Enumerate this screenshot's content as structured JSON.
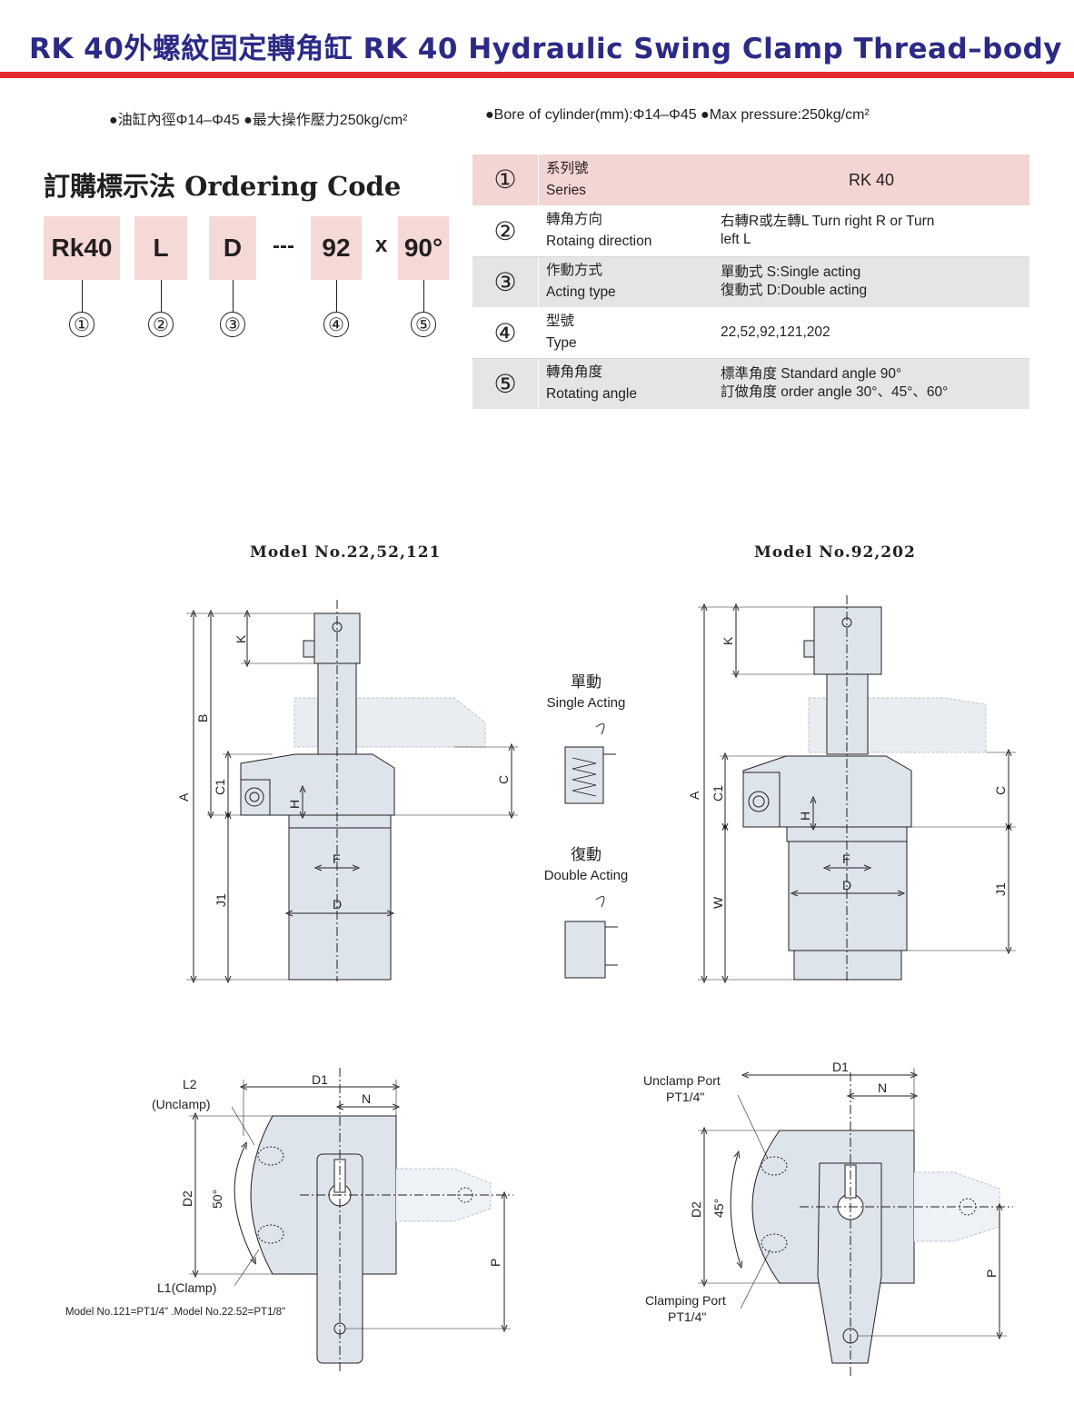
{
  "title": "RK 40外螺紋固定轉角缸 RK 40 Hydraulic Swing Clamp Thread–body",
  "specs": {
    "zh": "●油缸內徑Φ14–Φ45 ●最大操作壓力250kg/cm²",
    "en": "●Bore of cylinder(mm):Φ14–Φ45 ●Max pressure:250kg/cm²"
  },
  "ordering": {
    "heading": "訂購標示法 Ordering Code",
    "codes": [
      "Rk40",
      "L",
      "D",
      "92",
      "90°"
    ],
    "separator_dash": "---",
    "separator_x": "x",
    "circled_numbers": [
      "①",
      "②",
      "③",
      "④",
      "⑤"
    ]
  },
  "table": [
    {
      "num": "①",
      "name_zh": "系列號",
      "name_en": "Series",
      "value_line1": "RK 40",
      "value_line2": ""
    },
    {
      "num": "②",
      "name_zh": "轉角方向",
      "name_en": "Rotaing direction",
      "value_line1": "右轉R或左轉L Turn right R or Turn",
      "value_line2": "left L"
    },
    {
      "num": "③",
      "name_zh": "作動方式",
      "name_en": "Acting type",
      "value_line1": "單動式   S:Single acting",
      "value_line2": "復動式  D:Double acting"
    },
    {
      "num": "④",
      "name_zh": "型號",
      "name_en": "Type",
      "value_line1": "22,52,92,121,202",
      "value_line2": ""
    },
    {
      "num": "⑤",
      "name_zh": "轉角角度",
      "name_en": "Rotating angle",
      "value_line1": "標準角度 Standard angle 90°",
      "value_line2": "訂做角度 order angle 30°、45°、60°"
    }
  ],
  "drawings": {
    "model_left": "Model No.22,52,121",
    "model_right": "Model No.92,202",
    "single_zh": "單動",
    "single_en": "Single Acting",
    "double_zh": "復動",
    "double_en": "Double Acting",
    "dims": {
      "A": "A",
      "B": "B",
      "K": "K",
      "C": "C",
      "C1": "C1",
      "H": "H",
      "F": "F",
      "D": "D",
      "J1": "J1",
      "W": "W",
      "D1": "D1",
      "D2": "D2",
      "N": "N",
      "P": "P"
    },
    "l2": "L2",
    "unclamp": "(Unclamp)",
    "l1": "L1(Clamp)",
    "angle_left": "50°",
    "angle_right": "45°",
    "unclamp_port": "Unclamp Port",
    "clamping_port": "Clamping Port",
    "pt": "PT1/4\"",
    "note": "Model No.121=PT1/4\" .Model No.22.52=PT1/8\""
  },
  "colors": {
    "title": "#2b2a86",
    "rule": "#e42b2b",
    "pink": "#f3d5d3",
    "grey": "#e5e5e5",
    "part": "#dde4ec"
  }
}
